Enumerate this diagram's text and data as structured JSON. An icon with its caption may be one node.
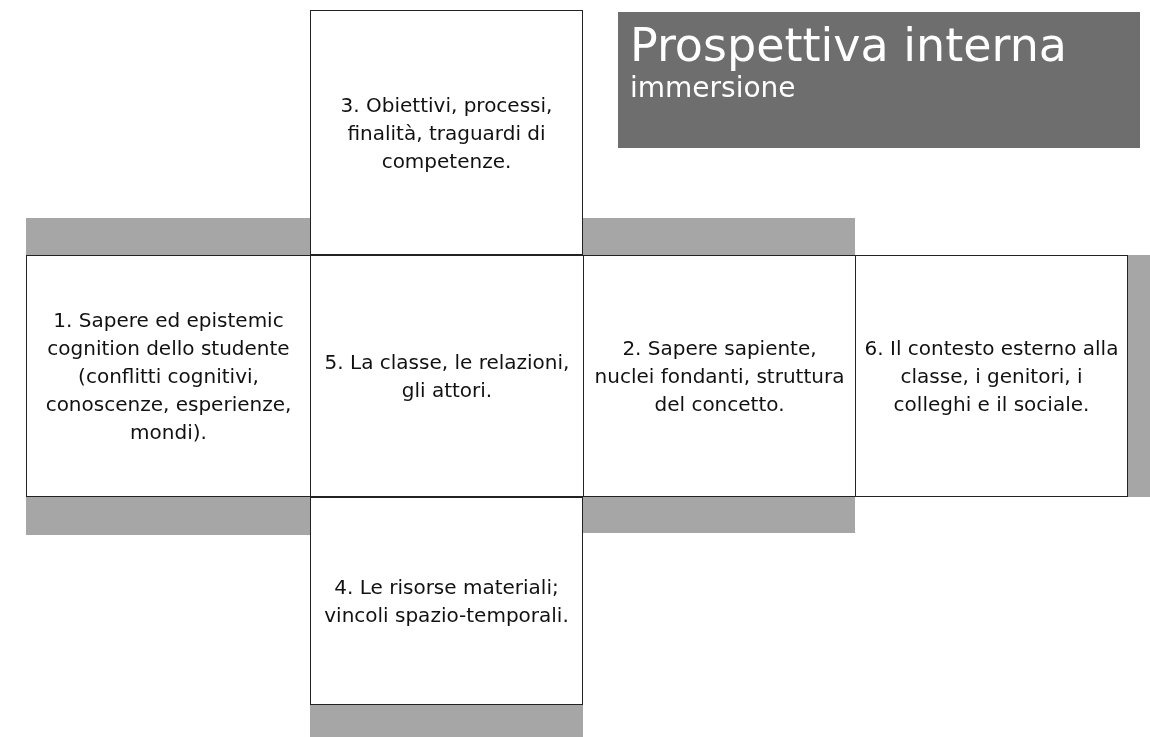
{
  "diagram": {
    "nodes": [
      {
        "text": [
          "3. Obiettivi, processi, finalità, traguardi di competenze."
        ]
      },
      {
        "text": [
          "Prospettiva interna",
          "immersione"
        ]
      },
      {
        "text": [
          "1. Sapere ed epistemic cognition dello studente (conflitti cognitivi, conoscenze, esperienze, mondi)."
        ]
      },
      {
        "text": [
          "5. La classe, le relazioni, gli attori."
        ]
      },
      {
        "text": [
          "2. Sapere sapiente, nuclei fondanti, struttura del concetto."
        ]
      },
      {
        "text": [
          "6. Il contesto esterno alla classe, i genitori, i colleghi e il sociale."
        ]
      },
      {
        "text": [
          "4. Le risorse materiali; vincoli spazio-temporali."
        ]
      }
    ]
  }
}
